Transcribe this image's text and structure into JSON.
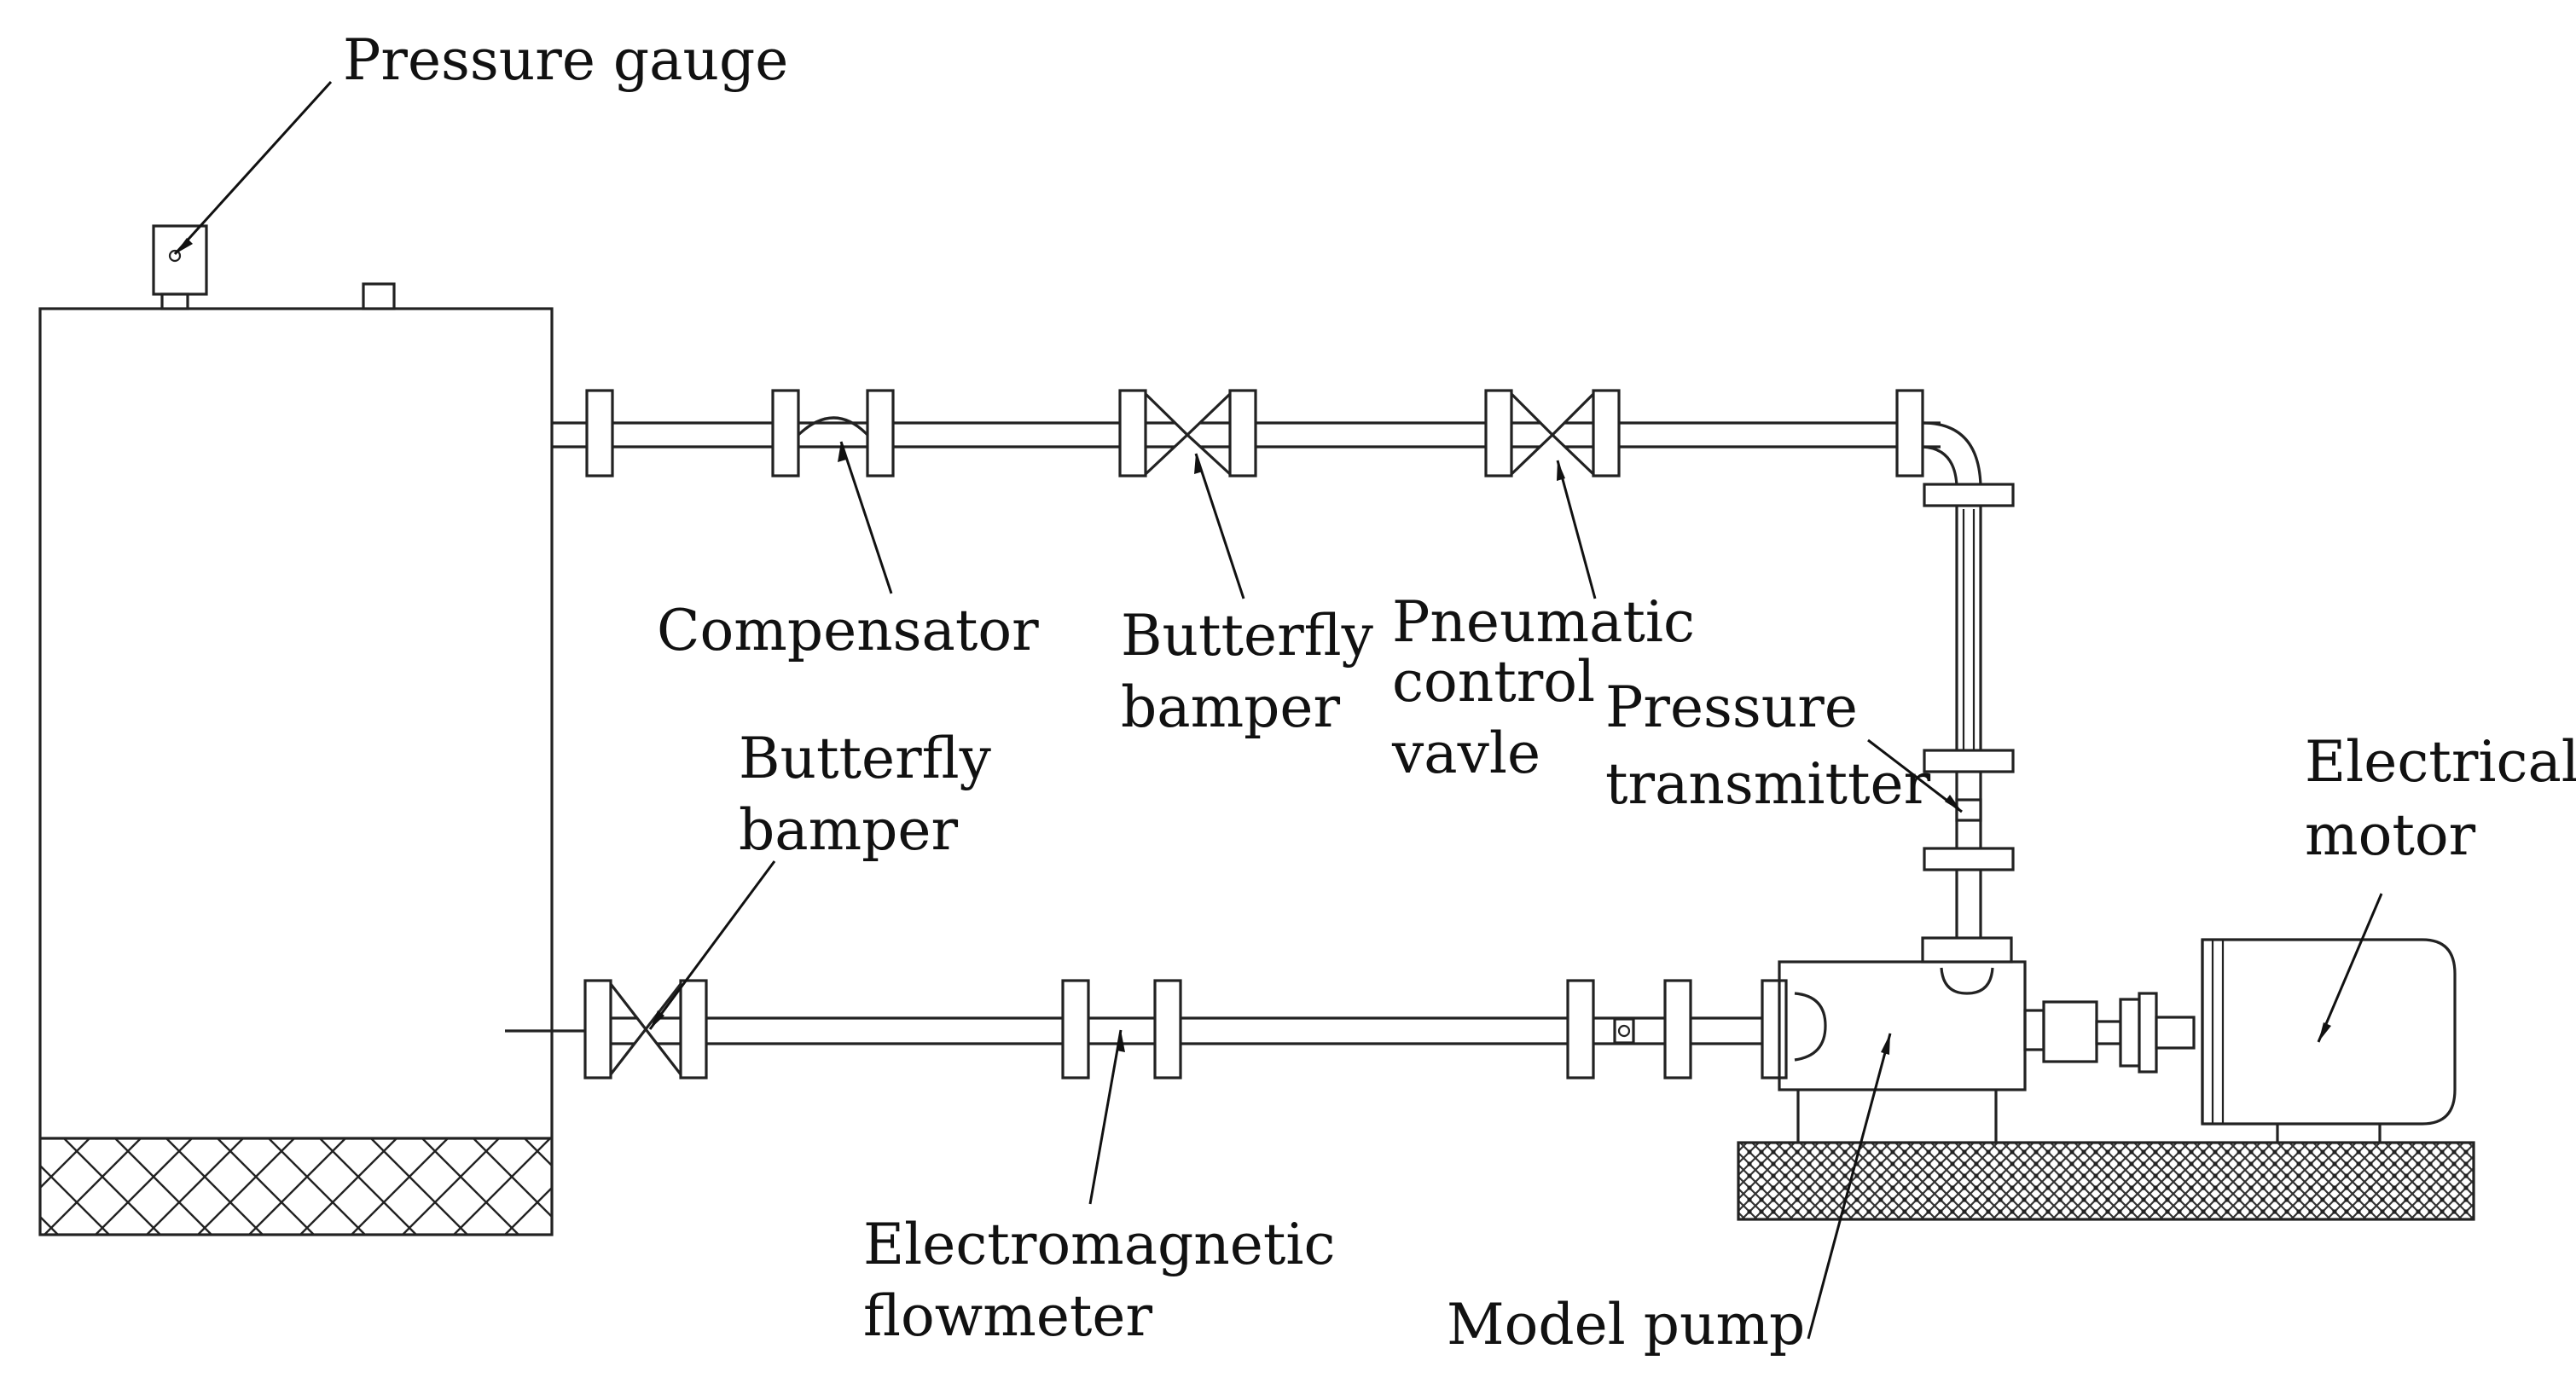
{
  "diagram": {
    "labels": {
      "pressure_gauge": "Pressure gauge",
      "compensator": "Compensator",
      "butterfly_bamper_top_1": "Butterfly",
      "butterfly_bamper_top_2": "bamper",
      "pneumatic_control_valve_1": "Pneumatic",
      "pneumatic_control_valve_2": "control",
      "pneumatic_control_valve_3": "vavle",
      "pressure_transmitter_1": "Pressure",
      "pressure_transmitter_2": "transmitter",
      "butterfly_bamper_bottom_1": "Butterfly",
      "butterfly_bamper_bottom_2": "bamper",
      "electrical_motor_1": "Electrical",
      "electrical_motor_2": "motor",
      "electromagnetic_flowmeter_1": "Electromagnetic",
      "electromagnetic_flowmeter_2": "flowmeter",
      "model_pump": "Model pump"
    },
    "colors": {
      "line": "#222222",
      "text": "#111111",
      "background": "#ffffff"
    }
  }
}
